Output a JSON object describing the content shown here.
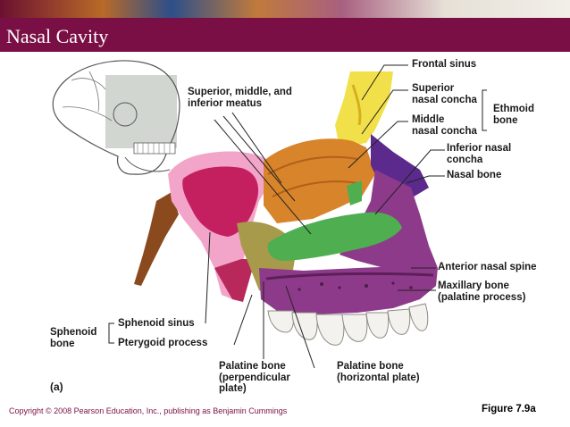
{
  "slide": {
    "title": "Nasal Cavity",
    "copyright": "Copyright © 2008 Pearson Education, Inc., publishing as Benjamin Cummings",
    "figure": "Figure 7.9a"
  },
  "labels": {
    "frontal_sinus": "Frontal sinus",
    "superior_nasal_concha": "Superior\nnasal concha",
    "middle_nasal_concha": "Middle\nnasal concha",
    "ethmoid_bone": "Ethmoid\nbone",
    "inferior_nasal_concha": "Inferior nasal\nconcha",
    "nasal_bone": "Nasal bone",
    "meatus": "Superior, middle, and\ninferior meatus",
    "anterior_nasal_spine": "Anterior nasal spine",
    "maxillary_bone": "Maxillary bone\n(palatine process)",
    "sphenoid_sinus": "Sphenoid sinus",
    "pterygoid_process": "Pterygoid process",
    "sphenoid_bone": "Sphenoid\nbone",
    "palatine_perpendicular": "Palatine bone\n(perpendicular\nplate)",
    "palatine_horizontal": "Palatine bone\n(horizontal plate)",
    "panel": "(a)"
  },
  "colors": {
    "title_bar": "#7a0f45",
    "ethmoid": "#f2e04a",
    "sphenoid": "#d42a6e",
    "nasal_bone": "#5c2a8c",
    "maxilla": "#8e3a8a",
    "inferior_concha": "#4fae4f",
    "palatine": "#a79a4a",
    "middle_concha": "#d8842a"
  }
}
